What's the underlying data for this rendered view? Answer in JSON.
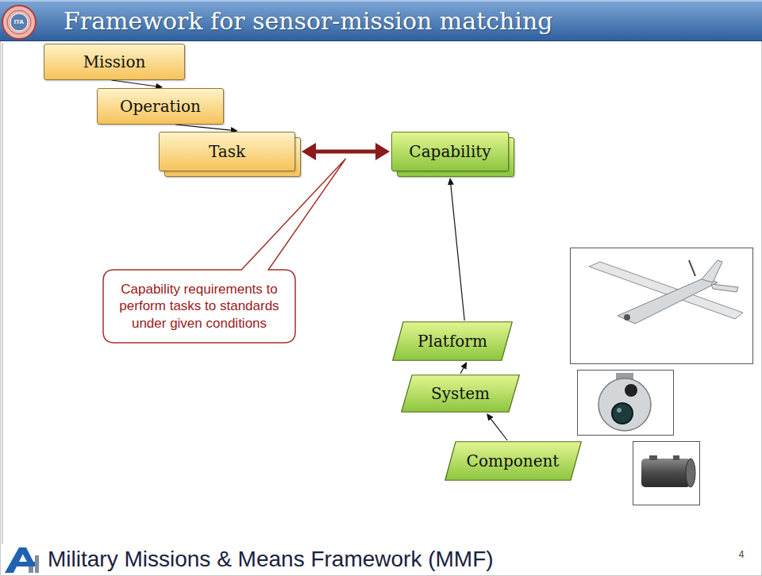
{
  "diagram": {
    "title": "Framework for sensor-mission matching",
    "nodes": [
      {
        "text": [
          "Mission"
        ]
      },
      {
        "text": [
          "Operation"
        ]
      },
      {
        "text": [
          "Task"
        ]
      },
      {
        "text": [
          "Capability"
        ]
      },
      {
        "text": [
          "Platform"
        ]
      },
      {
        "text": [
          "System"
        ]
      },
      {
        "text": [
          "Component"
        ]
      },
      {
        "text": [
          "Capability requirements to perform tasks to standards under given conditions"
        ]
      }
    ],
    "edges": [
      {
        "from": 0,
        "to": 1,
        "arrow": "to"
      },
      {
        "from": 1,
        "to": 2,
        "arrow": "to"
      },
      {
        "from": 2,
        "to": 3,
        "arrow": "both"
      },
      {
        "from": 4,
        "to": 3,
        "arrow": "to"
      },
      {
        "from": 5,
        "to": 4,
        "arrow": "to"
      },
      {
        "from": 6,
        "to": 5,
        "arrow": "to"
      }
    ],
    "labels": [
      "ITA",
      "Military Missions & Means Framework (MMF)",
      "4"
    ]
  }
}
